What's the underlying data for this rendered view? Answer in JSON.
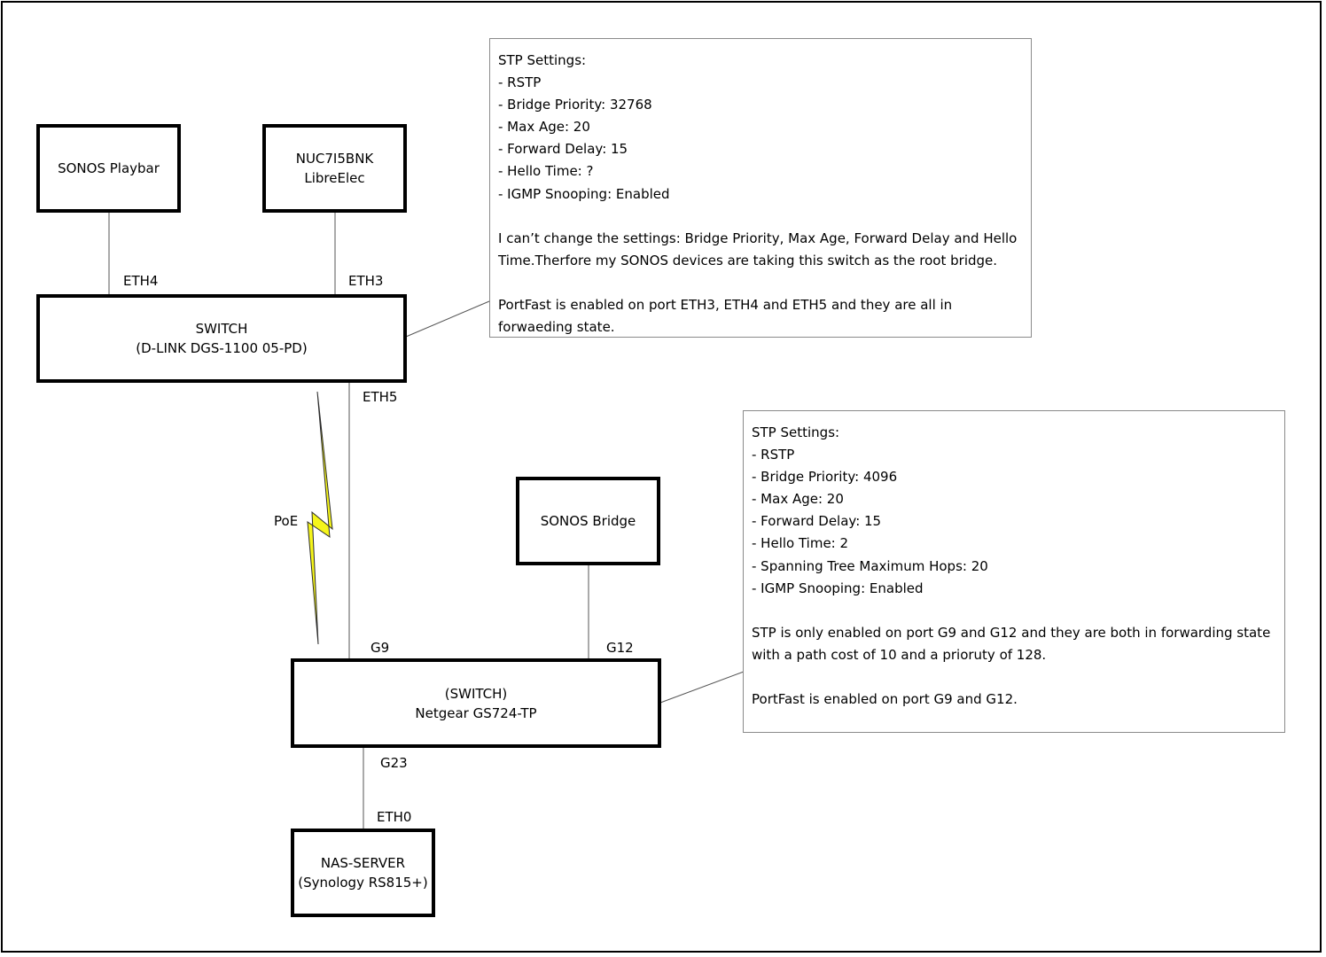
{
  "devices": {
    "playbar": {
      "line1": "SONOS Playbar"
    },
    "nuc": {
      "line1": "NUC7I5BNK",
      "line2": "LibreElec"
    },
    "dlink": {
      "line1": "SWITCH",
      "line2": "(D-LINK DGS-1100 05-PD)"
    },
    "sonos_bridge": {
      "line1": "SONOS Bridge"
    },
    "netgear": {
      "line1": "(SWITCH)",
      "line2": "Netgear GS724-TP"
    },
    "nas": {
      "line1": "NAS-SERVER",
      "line2": "(Synology RS815+)"
    }
  },
  "ports": {
    "eth4": "ETH4",
    "eth3": "ETH3",
    "eth5": "ETH5",
    "poe": "PoE",
    "g9": "G9",
    "g12": "G12",
    "g23": "G23",
    "eth0": "ETH0"
  },
  "notes": {
    "dlink": {
      "lines": [
        "STP Settings:",
        "- RSTP",
        "- Bridge Priority: 32768",
        "- Max Age: 20",
        "- Forward Delay: 15",
        "- Hello Time: ?",
        "- IGMP Snooping: Enabled"
      ],
      "paragraph1": "I can’t change the settings: Bridge Priority, Max Age, Forward Delay and Hello Time.Therfore my SONOS devices are taking this switch as the root bridge.",
      "paragraph2": "PortFast is enabled on port ETH3, ETH4 and ETH5 and they are all in forwaeding state."
    },
    "netgear": {
      "lines": [
        "STP Settings:",
        "- RSTP",
        "- Bridge Priority: 4096",
        "- Max Age: 20",
        "- Forward Delay: 15",
        "- Hello Time: 2",
        "- Spanning Tree Maximum Hops: 20",
        "- IGMP Snooping: Enabled"
      ],
      "paragraph1": "STP is only enabled on port G9 and G12 and they are both in forwarding state with a path cost of 10 and a prioruty of 128.",
      "paragraph2": "PortFast is enabled on port G9 and G12."
    }
  },
  "colors": {
    "poe_fill": "#f5f51a",
    "poe_stroke": "#2b2b2b",
    "wire": "#555555"
  }
}
